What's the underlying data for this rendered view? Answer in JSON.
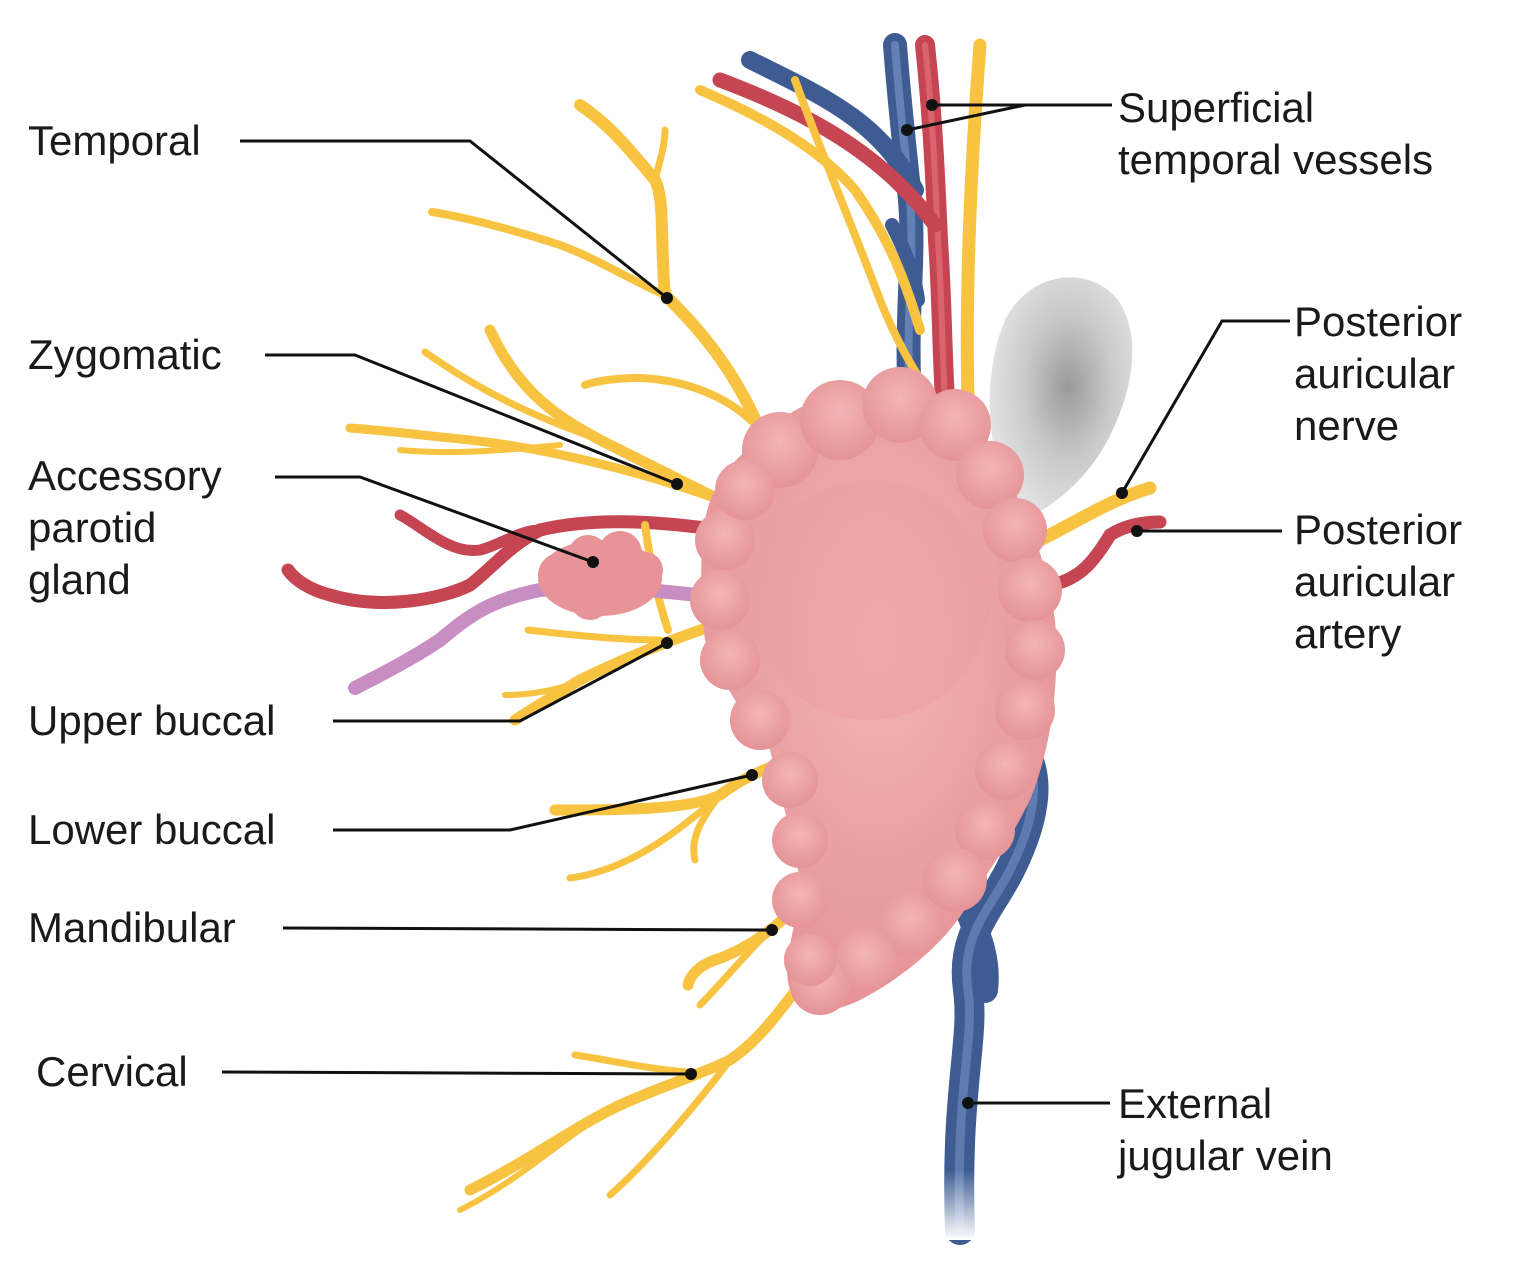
{
  "labels": {
    "temporal": "Temporal",
    "zygomatic": "Zygomatic",
    "accessory_parotid_gland": "Accessory\nparotid\ngland",
    "upper_buccal": "Upper buccal",
    "lower_buccal": "Lower buccal",
    "mandibular": "Mandibular",
    "cervical": "Cervical",
    "superficial_temporal_vessels": "Superficial\ntemporal vessels",
    "posterior_auricular_nerve": "Posterior\nauricular\nnerve",
    "posterior_auricular_artery": "Posterior\nauricular\nartery",
    "external_jugular_vein": "External\njugular vein"
  },
  "colors": {
    "nerve": "#f7c341",
    "nerve_highlight": "#fde39a",
    "artery": "#cf4b55",
    "vein": "#4f6fa3",
    "duct": "#c98cc0",
    "gland": "#e89a9c",
    "gland_light": "#f0b3b3",
    "ear": "#cfcfcf",
    "leader": "#111111"
  }
}
